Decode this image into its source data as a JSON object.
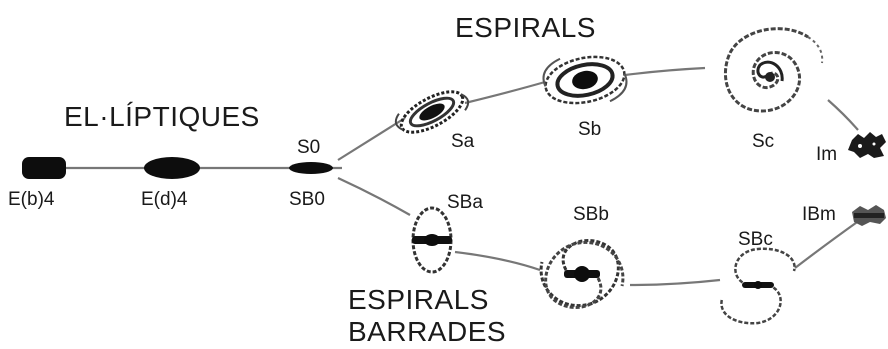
{
  "groups": {
    "ellipticals": "EL·LÍPTIQUES",
    "spirals": "ESPIRALS",
    "barred_line1": "ESPIRALS",
    "barred_line2": "BARRADES"
  },
  "types": {
    "eb4": "E(b)4",
    "ed4": "E(d)4",
    "s0": "S0",
    "sb0": "SB0",
    "sa": "Sa",
    "sb": "Sb",
    "sc": "Sc",
    "im": "Im",
    "sba": "SBa",
    "sbb": "SBb",
    "sbc": "SBc",
    "ibm": "IBm"
  }
}
